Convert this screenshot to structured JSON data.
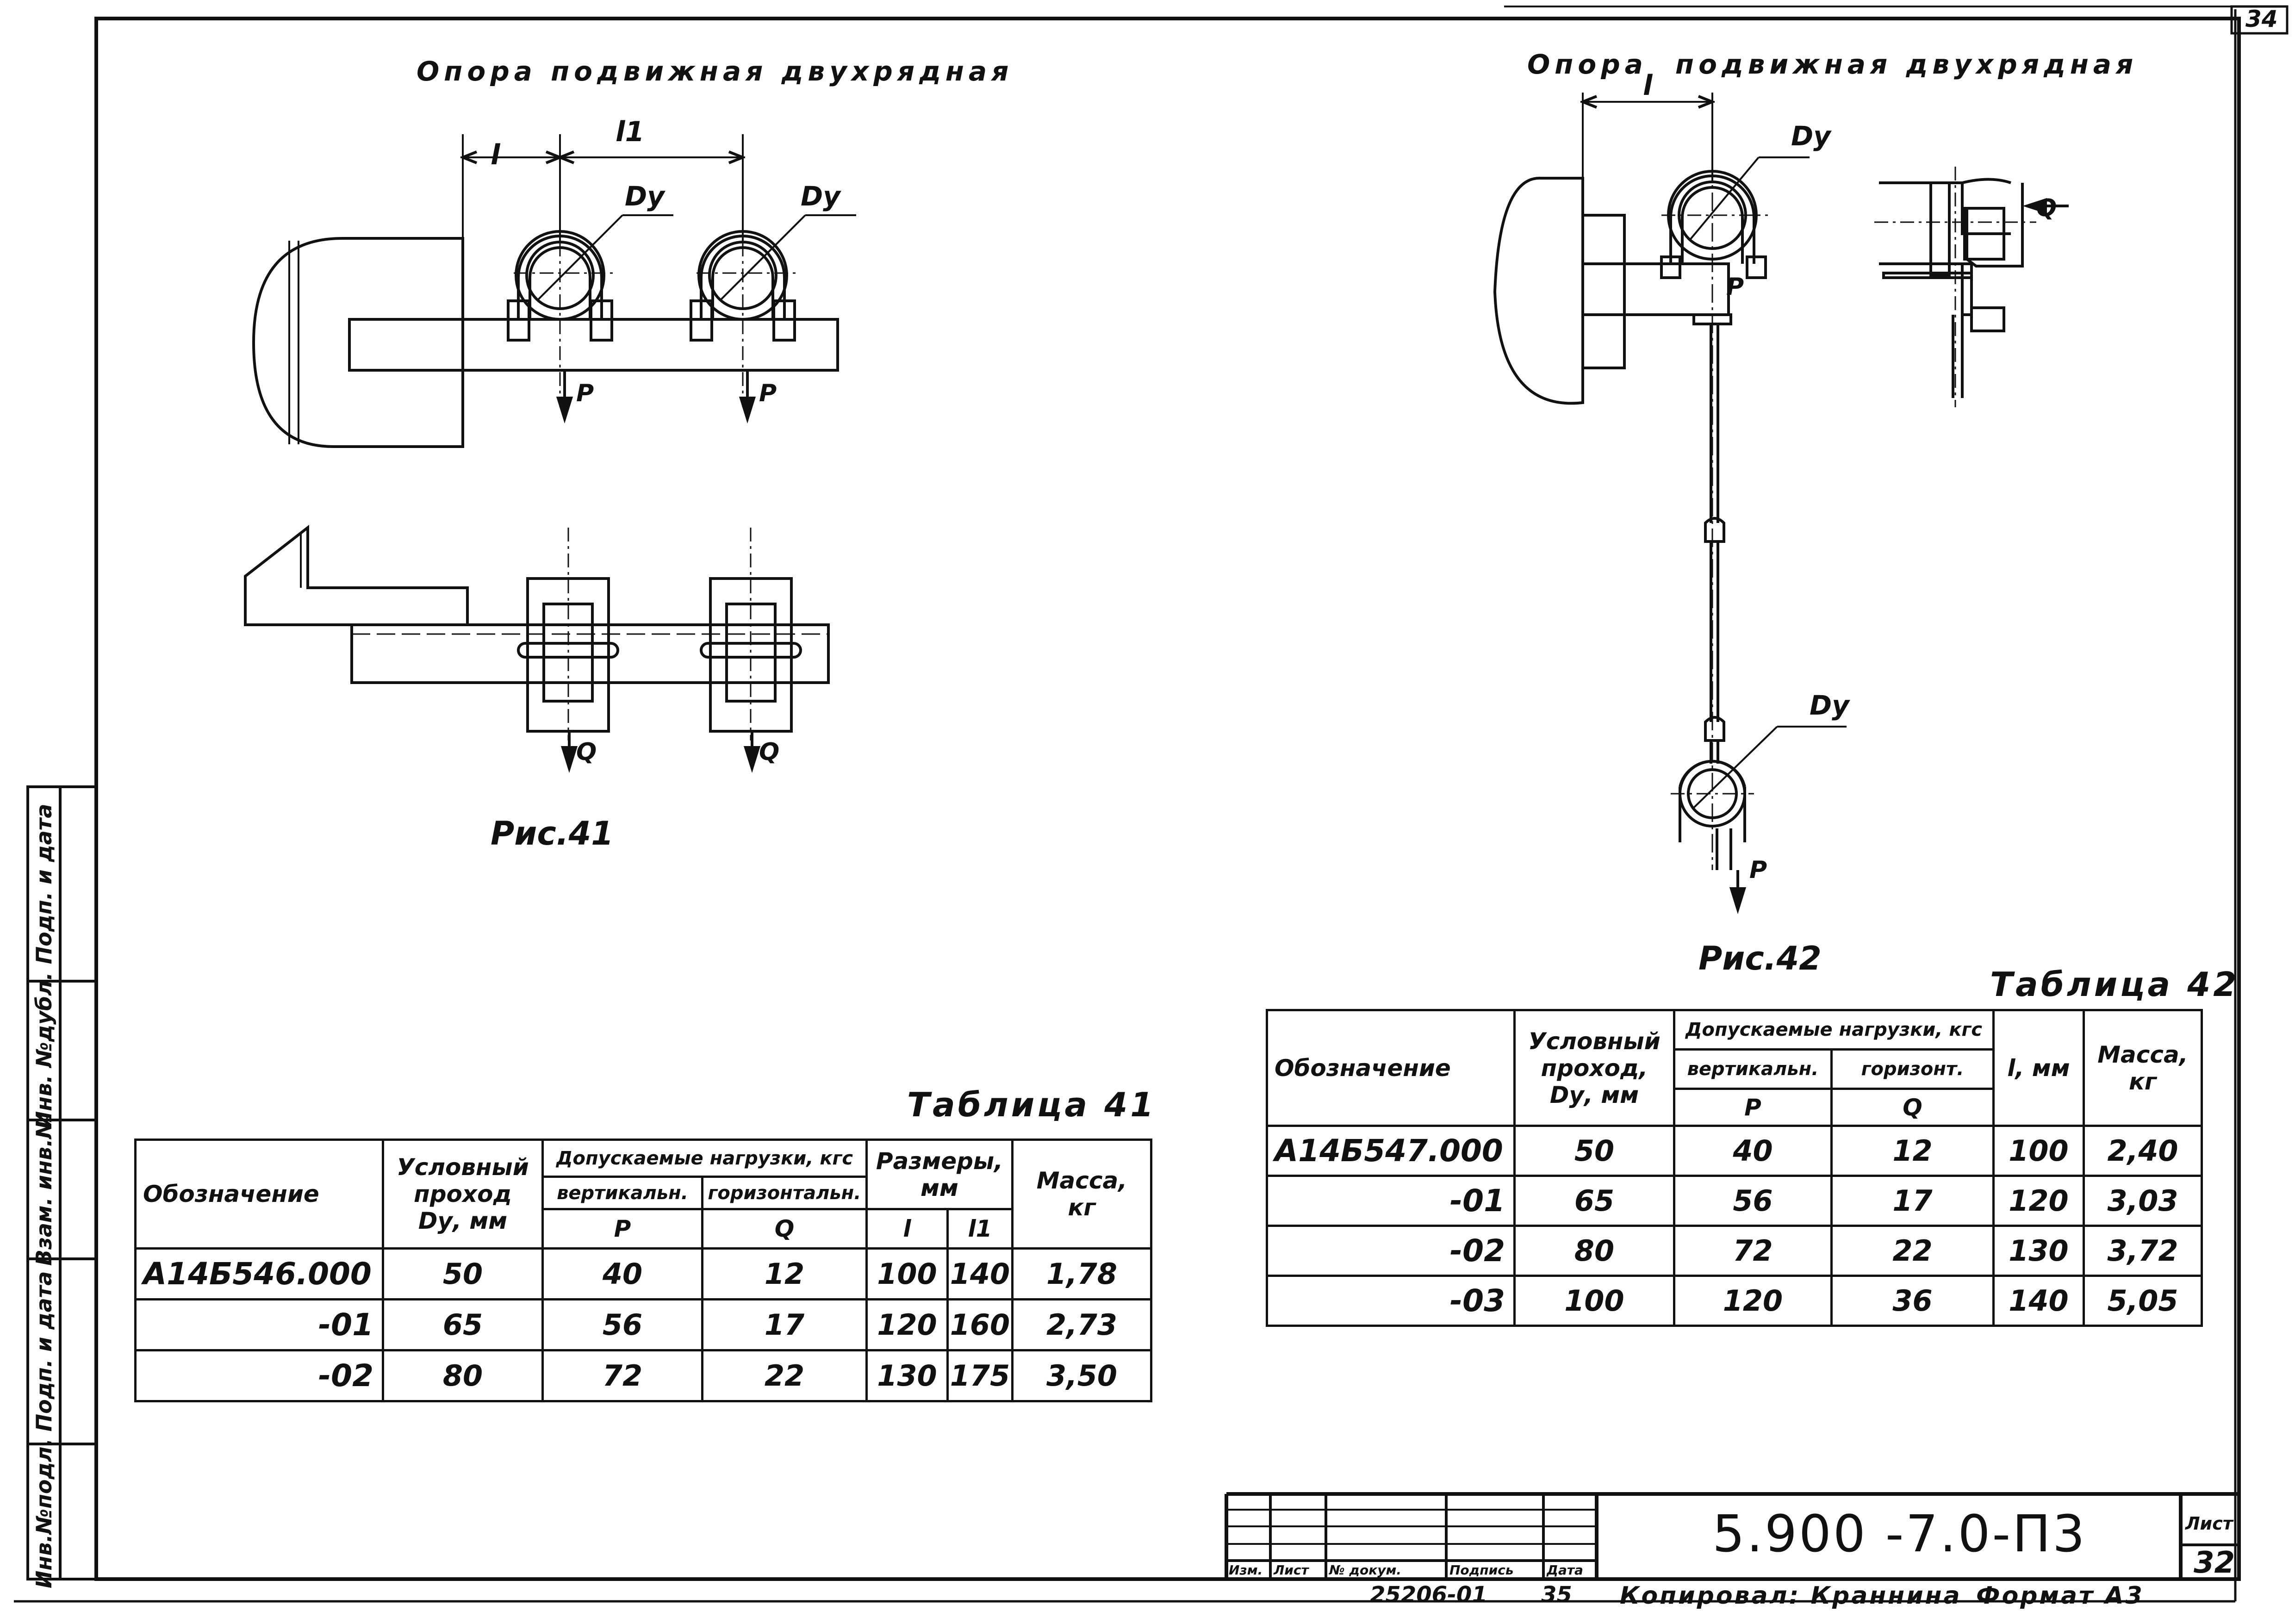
{
  "sheet_corner_number": "34",
  "fig41": {
    "title": "Опора подвижная двухрядная",
    "caption": "Рис.41",
    "labels": {
      "l": "l",
      "l1": "l1",
      "dy": "Dу",
      "p": "P",
      "q": "Q"
    }
  },
  "fig42": {
    "title_part1": "Опора",
    "title_part2": "подвижная двухрядная",
    "caption": "Рис.42",
    "labels": {
      "l": "l",
      "dy": "Dу",
      "p": "P",
      "q": "Q"
    }
  },
  "table41": {
    "name": "Таблица 41",
    "headers": {
      "designation": "Обозначение",
      "nominal_1": "Условный",
      "nominal_2": "проход",
      "nominal_3": "Dу, мм",
      "loads": "Допускаемые нагрузки, кгс",
      "vertical": "вертикальн.",
      "horizontal": "горизонтальн.",
      "p": "P",
      "q": "Q",
      "dims_1": "Размеры,",
      "dims_2": "мм",
      "l": "l",
      "l1": "l1",
      "mass_1": "Масса,",
      "mass_2": "кг"
    },
    "rows": [
      {
        "designation": "А14Б546.000",
        "dy": "50",
        "p": "40",
        "q": "12",
        "l": "100",
        "l1": "140",
        "mass": "1,78"
      },
      {
        "designation": "-01",
        "dy": "65",
        "p": "56",
        "q": "17",
        "l": "120",
        "l1": "160",
        "mass": "2,73"
      },
      {
        "designation": "-02",
        "dy": "80",
        "p": "72",
        "q": "22",
        "l": "130",
        "l1": "175",
        "mass": "3,50"
      }
    ]
  },
  "table42": {
    "name": "Таблица 42",
    "headers": {
      "designation": "Обозначение",
      "nominal_1": "Условный",
      "nominal_2": "проход,",
      "nominal_3": "Dу, мм",
      "loads": "Допускаемые нагрузки, кгс",
      "vertical": "вертикальн.",
      "horizontal": "горизонт.",
      "p": "P",
      "q": "Q",
      "l": "l, мм",
      "mass_1": "Масса,",
      "mass_2": "кг"
    },
    "rows": [
      {
        "designation": "А14Б547.000",
        "dy": "50",
        "p": "40",
        "q": "12",
        "l": "100",
        "mass": "2,40"
      },
      {
        "designation": "-01",
        "dy": "65",
        "p": "56",
        "q": "17",
        "l": "120",
        "mass": "3,03"
      },
      {
        "designation": "-02",
        "dy": "80",
        "p": "72",
        "q": "22",
        "l": "130",
        "mass": "3,72"
      },
      {
        "designation": "-03",
        "dy": "100",
        "p": "120",
        "q": "36",
        "l": "140",
        "mass": "5,05"
      }
    ]
  },
  "side_stamp": [
    "Инв.№подл.",
    "Подп. и дата",
    "Взам. инв.№",
    "Инв. №дубл.",
    "Подп. и дата"
  ],
  "title_block": {
    "doc_number": "5.900 -7.0-П3",
    "sheet_label": "Лист",
    "sheet_number": "32",
    "col_labels": [
      "Изм.",
      "Лист",
      "№ докум.",
      "Подпись",
      "Дата"
    ],
    "footer_code": "25206-01",
    "footer_num": "35",
    "copied": "Копировал: Краннина",
    "format": "Формат А3"
  }
}
